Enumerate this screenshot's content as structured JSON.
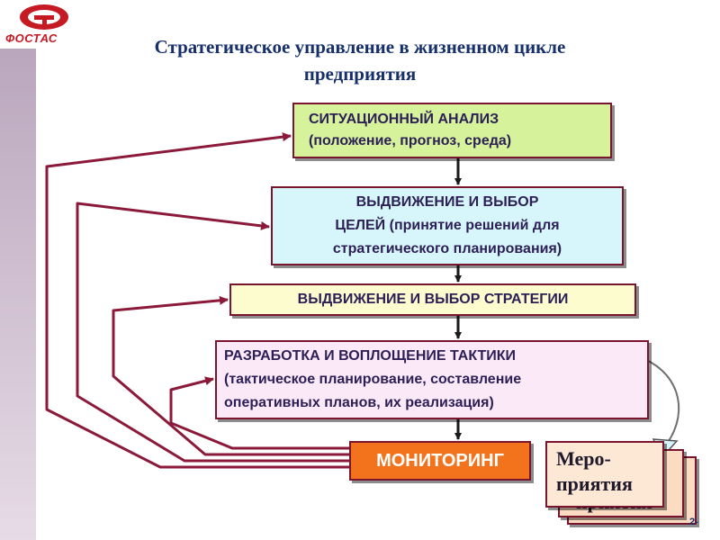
{
  "logo": {
    "text": "ФОСТАС"
  },
  "title": {
    "line1": "Стратегическое управление в  жизненном цикле",
    "line2": "предприятия"
  },
  "steps": [
    {
      "lines": [
        "СИТУАЦИОННЫЙ  АНАЛИЗ",
        "(положение, прогноз, среда)"
      ]
    },
    {
      "lines": [
        "ВЫДВИЖЕНИЕ  И  ВЫБОР",
        "ЦЕЛЕЙ (принятие решений для",
        "стратегического планирования)"
      ]
    },
    {
      "lines": [
        "ВЫДВИЖЕНИЕ  И  ВЫБОР  СТРАТЕГИИ"
      ]
    },
    {
      "lines": [
        "РАЗРАБОТКА И ВОПЛОЩЕНИЕ ТАКТИКИ",
        "(тактическое планирование, составление",
        "оперативных планов, их реализация)"
      ]
    },
    {
      "lines": [
        "МОНИТОРИНГ"
      ]
    }
  ],
  "measures": {
    "line1": "Меро-",
    "line2": "приятия",
    "back_text": "приятия"
  },
  "page_number": "2-",
  "colors": {
    "title": "#17306b",
    "box_border": "#7a1530",
    "feedback_line": "#8b1a3a",
    "monitoring": "#f3721c"
  }
}
